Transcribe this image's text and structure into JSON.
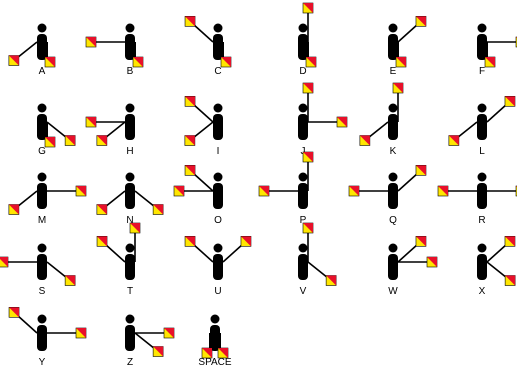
{
  "colors": {
    "figure": "#000000",
    "flag_red": "#e8102a",
    "flag_yellow": "#ffe600",
    "pole": "#000000",
    "label": "#000000"
  },
  "figures": [
    {
      "label": "A",
      "arms": [
        "low",
        "down"
      ]
    },
    {
      "label": "B",
      "arms": [
        "out",
        "down"
      ]
    },
    {
      "label": "C",
      "arms": [
        "up",
        "down"
      ]
    },
    {
      "label": "D",
      "arms": [
        "vertical",
        "down"
      ]
    },
    {
      "label": "E",
      "arms": [
        "up_right",
        "down"
      ]
    },
    {
      "label": "F",
      "arms": [
        "out_right",
        "down"
      ]
    },
    {
      "label": "G",
      "arms": [
        "low_right",
        "down"
      ]
    },
    {
      "label": "H",
      "arms": [
        "out",
        "low"
      ]
    },
    {
      "label": "I",
      "arms": [
        "up",
        "low"
      ]
    },
    {
      "label": "J",
      "arms": [
        "vertical",
        "out_right"
      ]
    },
    {
      "label": "K",
      "arms": [
        "low",
        "vertical"
      ]
    },
    {
      "label": "L",
      "arms": [
        "low",
        "up_right"
      ]
    },
    {
      "label": "M",
      "arms": [
        "low",
        "out_right"
      ]
    },
    {
      "label": "N",
      "arms": [
        "low",
        "low_right"
      ]
    },
    {
      "label": "O",
      "arms": [
        "up",
        "out"
      ]
    },
    {
      "label": "P",
      "arms": [
        "out",
        "vertical"
      ]
    },
    {
      "label": "Q",
      "arms": [
        "out",
        "up_right"
      ]
    },
    {
      "label": "R",
      "arms": [
        "out",
        "out_right"
      ]
    },
    {
      "label": "S",
      "arms": [
        "out",
        "low_right"
      ]
    },
    {
      "label": "T",
      "arms": [
        "up",
        "vertical"
      ]
    },
    {
      "label": "U",
      "arms": [
        "up",
        "up_right"
      ]
    },
    {
      "label": "V",
      "arms": [
        "vertical",
        "low_right"
      ]
    },
    {
      "label": "W",
      "arms": [
        "up_right",
        "out_right"
      ]
    },
    {
      "label": "X",
      "arms": [
        "up_right",
        "low_right"
      ]
    },
    {
      "label": "Y",
      "arms": [
        "up",
        "out_right"
      ]
    },
    {
      "label": "Z",
      "arms": [
        "out_right",
        "low_right"
      ]
    },
    {
      "label": "SPACE",
      "arms": [
        "down",
        "down"
      ]
    }
  ]
}
